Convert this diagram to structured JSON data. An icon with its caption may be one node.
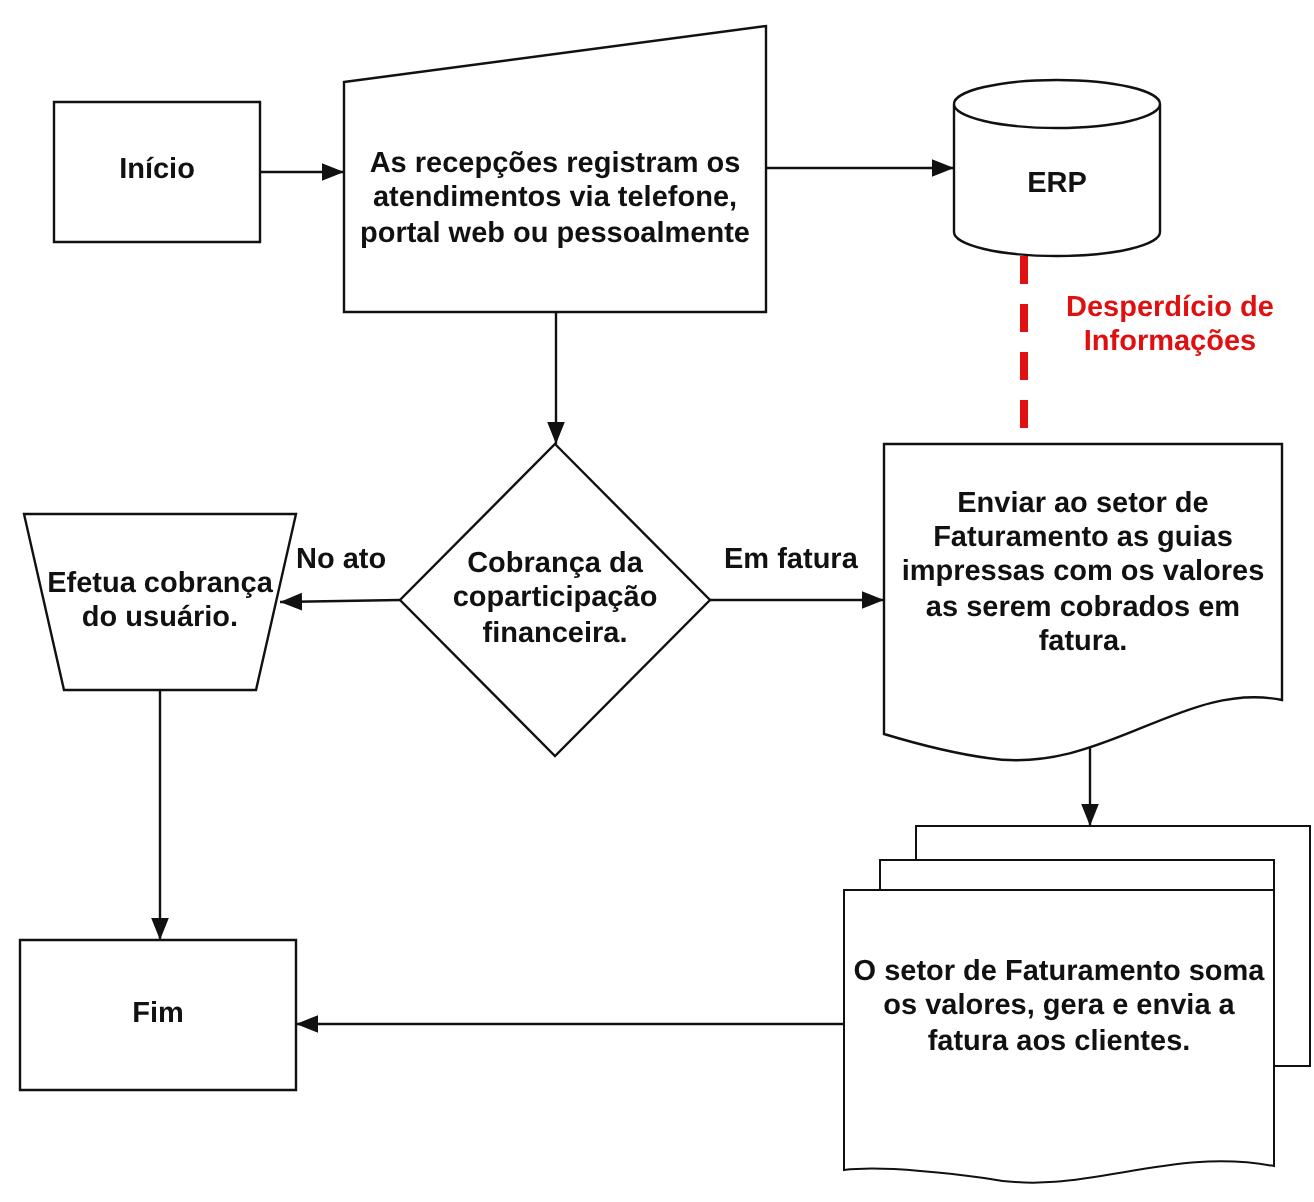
{
  "diagram": {
    "nodes": [
      {
        "text": [
          "Início"
        ]
      },
      {
        "text": [
          "As recepções registram os atendimentos via telefone, portal web ou pessoalmente"
        ]
      },
      {
        "text": [
          "ERP"
        ]
      },
      {
        "text": [
          "Efetua cobrança do usuário."
        ]
      },
      {
        "text": [
          "Cobrança da coparticipação financeira."
        ]
      },
      {
        "text": [
          "Enviar ao setor de Faturamento as guias impressas com os valores as serem cobrados em fatura."
        ]
      },
      {
        "text": [
          "O setor de Faturamento soma os valores, gera e envia a fatura aos clientes."
        ]
      },
      {
        "text": [
          "Fim"
        ]
      }
    ],
    "edges": [
      {
        "from": 0,
        "to": 1,
        "arrow": "to"
      },
      {
        "from": 1,
        "to": 2,
        "arrow": "to"
      },
      {
        "from": 1,
        "to": 4,
        "arrow": "to"
      },
      {
        "from": 4,
        "to": 3,
        "arrow": "to",
        "label": "No ato"
      },
      {
        "from": 4,
        "to": 5,
        "arrow": "to",
        "label": "Em fatura"
      },
      {
        "from": 2,
        "to": 5,
        "arrow": "none",
        "label": "Desperdício de Informações",
        "style": "dashed",
        "color": "#e01010"
      },
      {
        "from": 5,
        "to": 6,
        "arrow": "to"
      },
      {
        "from": 6,
        "to": 7,
        "arrow": "to"
      },
      {
        "from": 3,
        "to": 7,
        "arrow": "to"
      }
    ]
  }
}
